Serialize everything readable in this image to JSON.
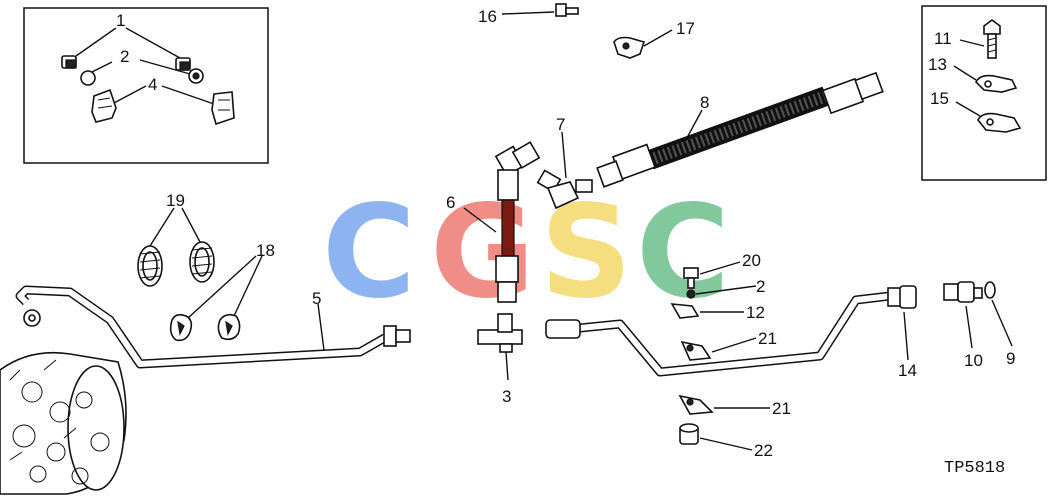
{
  "figure_code": "TP5818",
  "watermark": {
    "letters": [
      "C",
      "G",
      "S",
      "C"
    ],
    "colors": [
      "#7aa7ee",
      "#ee7a72",
      "#f4d96a",
      "#6dbf8c"
    ]
  },
  "callouts": [
    {
      "id": "c1",
      "label": "1"
    },
    {
      "id": "c2a",
      "label": "2"
    },
    {
      "id": "c4",
      "label": "4"
    },
    {
      "id": "c16",
      "label": "16"
    },
    {
      "id": "c17",
      "label": "17"
    },
    {
      "id": "c11",
      "label": "11"
    },
    {
      "id": "c13",
      "label": "13"
    },
    {
      "id": "c15",
      "label": "15"
    },
    {
      "id": "c8",
      "label": "8"
    },
    {
      "id": "c7",
      "label": "7"
    },
    {
      "id": "c6",
      "label": "6"
    },
    {
      "id": "c19",
      "label": "19"
    },
    {
      "id": "c18",
      "label": "18"
    },
    {
      "id": "c5",
      "label": "5"
    },
    {
      "id": "c3",
      "label": "3"
    },
    {
      "id": "c20",
      "label": "20"
    },
    {
      "id": "c2b",
      "label": "2"
    },
    {
      "id": "c12",
      "label": "12"
    },
    {
      "id": "c21a",
      "label": "21"
    },
    {
      "id": "c21b",
      "label": "21"
    },
    {
      "id": "c22",
      "label": "22"
    },
    {
      "id": "c14",
      "label": "14"
    },
    {
      "id": "c10",
      "label": "10"
    },
    {
      "id": "c9",
      "label": "9"
    }
  ]
}
